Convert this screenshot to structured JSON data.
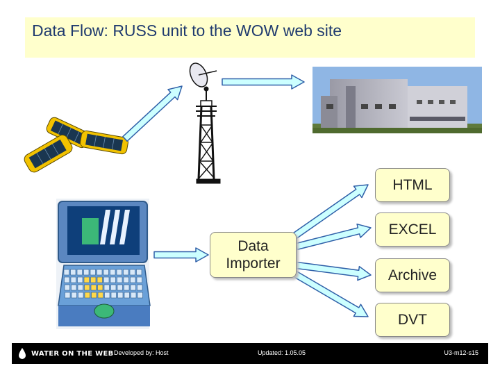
{
  "title": "Data Flow: RUSS unit to the WOW web site",
  "boxes": {
    "importer": "Data Importer",
    "html": "HTML",
    "excel": "EXCEL",
    "archive": "Archive",
    "dvt": "DVT"
  },
  "footer": {
    "logo": "WATER ON THE WEB",
    "developed_by": "Developed by: Host",
    "updated": "Updated: 1.05.05",
    "code": "U3-m12-s15"
  },
  "colors": {
    "title_bg": "#ffffcc",
    "title_text": "#1f3a6e",
    "arrow_fill": "#ccffff",
    "arrow_stroke": "#2f5fa8",
    "footer_bg": "#000000"
  }
}
